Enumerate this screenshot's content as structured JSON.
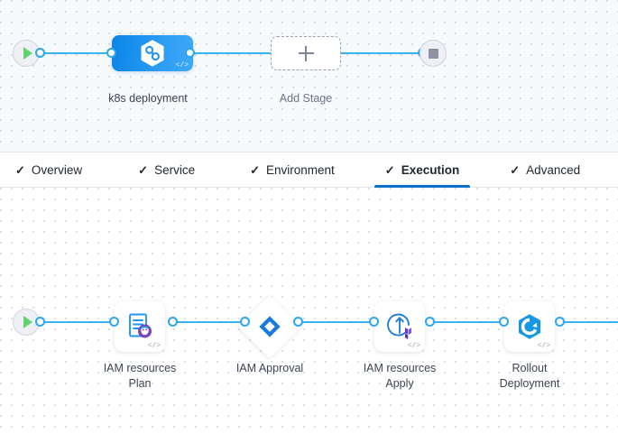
{
  "colors": {
    "connector": "#39b3f0",
    "connector_dot_border": "#2aa7ee",
    "stage_gradient_from": "#0a85e8",
    "stage_gradient_to": "#3fa8f8",
    "active_tab_underline": "#0b70c8",
    "start_play": "#62d26f",
    "stop_square": "#8d93a3",
    "terraform_purple": "#7b42bc",
    "argo_blue": "#1798e5",
    "label_text": "#3d4454"
  },
  "pipeline": {
    "start_node": {
      "icon": "play-icon"
    },
    "end_node": {
      "icon": "stop-icon"
    },
    "stages": [
      {
        "name": "k8s-deployment-stage",
        "label": "k8s deployment",
        "icon": "kubernetes-service-icon",
        "code_badge": "</>"
      }
    ],
    "add_stage": {
      "label": "Add Stage",
      "icon": "plus-icon"
    }
  },
  "tabs": [
    {
      "label": "Overview",
      "icon": "check-icon",
      "active": false
    },
    {
      "label": "Service",
      "icon": "check-icon",
      "active": false
    },
    {
      "label": "Environment",
      "icon": "check-icon",
      "active": false
    },
    {
      "label": "Execution",
      "icon": "check-icon",
      "active": true
    },
    {
      "label": "Advanced",
      "icon": "check-icon",
      "active": false
    }
  ],
  "execution": {
    "start_node": {
      "icon": "play-icon"
    },
    "steps": [
      {
        "name": "iam-resources-plan",
        "label": "IAM resources\nPlan",
        "shape": "rounded-square",
        "icon": "terraform-plan-icon",
        "code_badge": "</>"
      },
      {
        "name": "iam-approval",
        "label": "IAM Approval",
        "shape": "diamond",
        "icon": "harness-approval-icon",
        "code_badge": ""
      },
      {
        "name": "iam-resources-apply",
        "label": "IAM resources\nApply",
        "shape": "rounded-square",
        "icon": "terraform-apply-icon",
        "code_badge": "</>"
      },
      {
        "name": "rollout-deployment",
        "label": "Rollout\nDeployment",
        "shape": "rounded-square",
        "icon": "argo-rollout-icon",
        "code_badge": "</>"
      }
    ]
  }
}
